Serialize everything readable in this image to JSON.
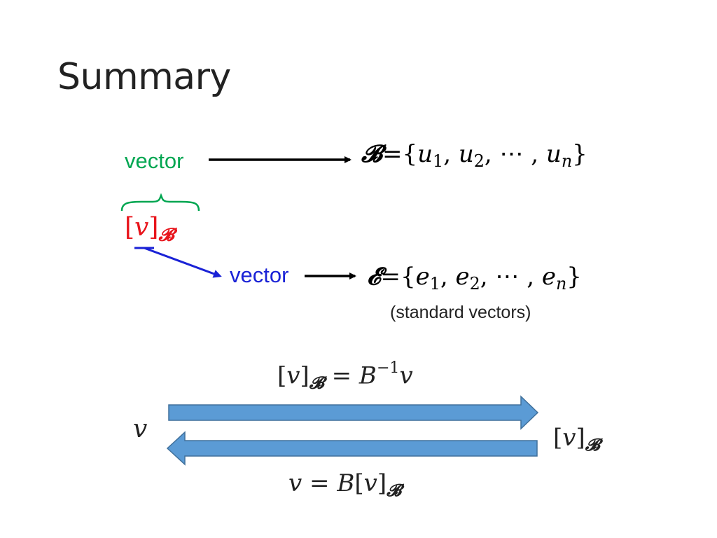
{
  "title": "Summary",
  "top_vector_label": "vector",
  "bottom_vector_label": "vector",
  "basis_B": {
    "symbol": "𝓑",
    "eq": "=",
    "open": "{",
    "e1": "u",
    "s1": "1",
    "e2": "u",
    "s2": "2",
    "dots": "⋯",
    "e3": "u",
    "s3": "n",
    "close": "}"
  },
  "basis_E": {
    "symbol": "𝓔",
    "eq": "=",
    "open": "{",
    "e1": "e",
    "s1": "1",
    "e2": "e",
    "s2": "2",
    "dots": "⋯",
    "e3": "e",
    "s3": "n",
    "close": "}",
    "note": "(standard vectors)"
  },
  "coord": {
    "open": "[",
    "v": "v",
    "close": "]",
    "sub": "𝓑"
  },
  "formula_top": {
    "lhs_open": "[",
    "lhs_v": "v",
    "lhs_close": "]",
    "lhs_sub": "𝓑",
    "eq": "=",
    "B": "B",
    "exp": "−1",
    "v": "v"
  },
  "formula_bottom": {
    "v": "v",
    "eq": "=",
    "B": "B",
    "open": "[",
    "v2": "v",
    "close": "]",
    "sub": "𝓑"
  },
  "left_symbol": "v",
  "right_symbol": {
    "open": "[",
    "v": "v",
    "close": "]",
    "sub": "𝓑"
  },
  "colors": {
    "green": "#00a651",
    "red": "#e8141b",
    "blue": "#1a22d6",
    "arrow_fill": "#5b9bd5",
    "arrow_stroke": "#41719c"
  }
}
